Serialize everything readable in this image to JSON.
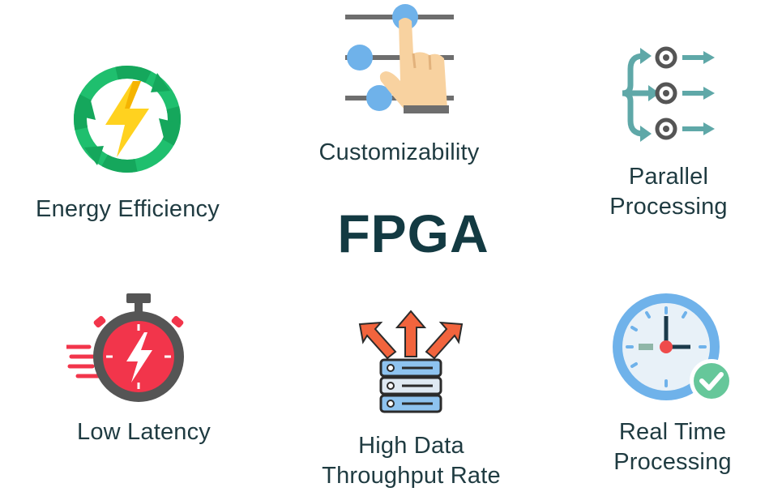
{
  "center_title": "FPGA",
  "features": {
    "energy": "Energy Efficiency",
    "custom": "Customizability",
    "parallel_1": "Parallel",
    "parallel_2": "Processing",
    "latency": "Low Latency",
    "throughput_1": "High Data",
    "throughput_2": "Throughput Rate",
    "realtime_1": "Real Time",
    "realtime_2": "Processing"
  },
  "icons": [
    "energy-cycle-icon",
    "slider-hand-icon",
    "parallel-gears-icon",
    "stopwatch-bolt-icon",
    "server-arrows-icon",
    "clock-check-icon"
  ],
  "colors": {
    "text": "#1f3b41",
    "title": "#133a42",
    "green": "#1fbf6e",
    "teal": "#5fa8a8",
    "red": "#f2354b",
    "blue": "#6fb2ea",
    "bolt": "#ffd21f"
  }
}
